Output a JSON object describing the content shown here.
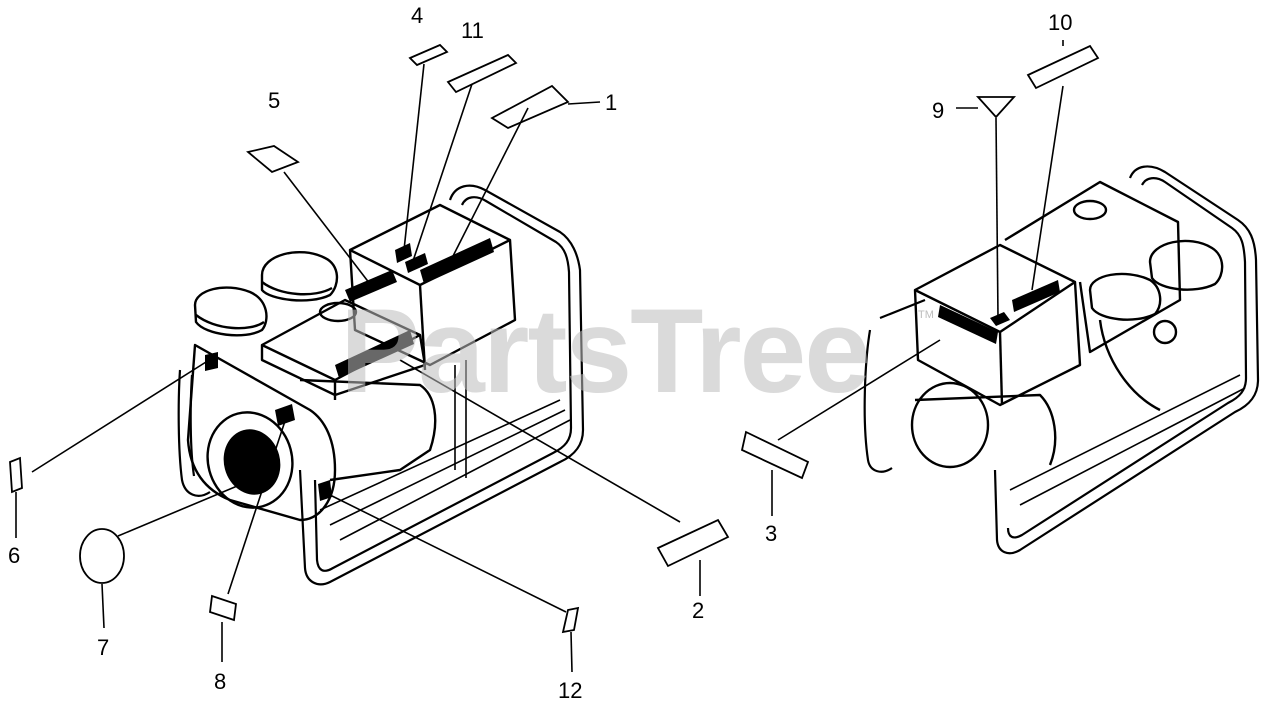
{
  "watermark": {
    "text": "PartsTree",
    "trademark": "TM"
  },
  "callouts": {
    "c1": "1",
    "c2": "2",
    "c3": "3",
    "c4": "4",
    "c5": "5",
    "c6": "6",
    "c7": "7",
    "c8": "8",
    "c9": "9",
    "c10": "10",
    "c11": "11",
    "c12": "12"
  }
}
